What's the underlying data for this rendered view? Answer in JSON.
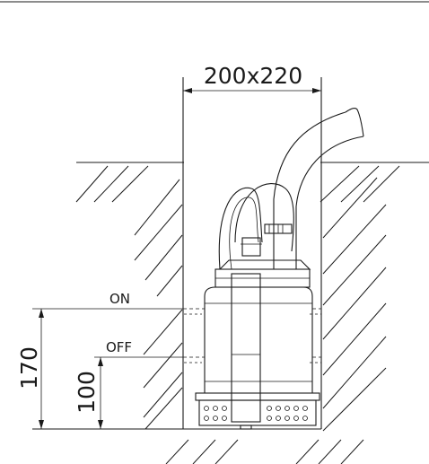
{
  "drawing": {
    "pit_width_label": "200x220",
    "level_on_label": "ON",
    "level_off_label": "OFF",
    "height_on_label": "170",
    "height_off_label": "100"
  },
  "colors": {
    "line": "#1a1a1a",
    "background": "#ffffff"
  }
}
